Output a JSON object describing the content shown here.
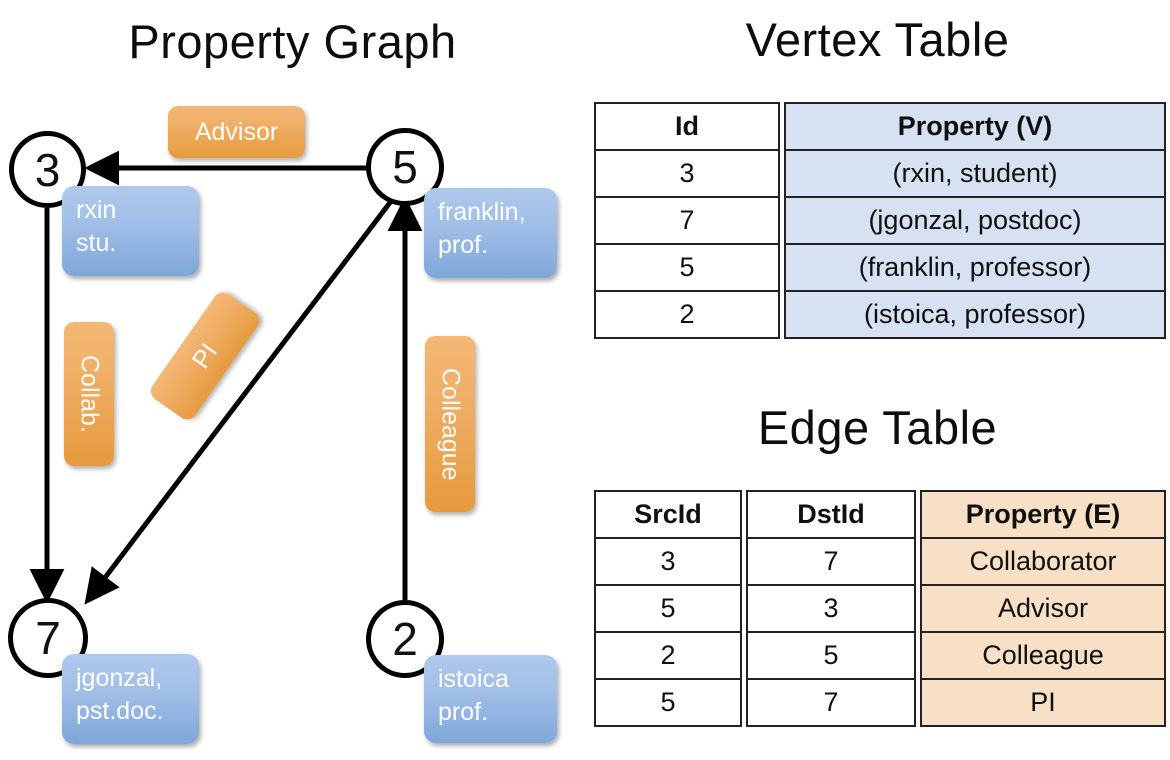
{
  "titles": {
    "property_graph": "Property Graph",
    "vertex_table": "Vertex Table",
    "edge_table": "Edge Table"
  },
  "graph": {
    "nodes": [
      {
        "id": "3",
        "property_lines": [
          "rxin",
          "stu."
        ]
      },
      {
        "id": "5",
        "property_lines": [
          "franklin,",
          "prof."
        ]
      },
      {
        "id": "7",
        "property_lines": [
          "jgonzal,",
          "pst.doc."
        ]
      },
      {
        "id": "2",
        "property_lines": [
          "istoica",
          "prof."
        ]
      }
    ],
    "edge_labels": [
      {
        "name": "advisor-label",
        "text": "Advisor"
      },
      {
        "name": "collab-label",
        "text": "Collab."
      },
      {
        "name": "pi-label",
        "text": "PI"
      },
      {
        "name": "colleague-label",
        "text": "Colleague"
      }
    ],
    "edges": [
      {
        "from": "5",
        "to": "3",
        "label": "Advisor"
      },
      {
        "from": "3",
        "to": "7",
        "label": "Collab."
      },
      {
        "from": "5",
        "to": "7",
        "label": "PI"
      },
      {
        "from": "2",
        "to": "5",
        "label": "Colleague"
      }
    ]
  },
  "vertex_table": {
    "headers": [
      "Id",
      "Property (V)"
    ],
    "rows": [
      {
        "id": "3",
        "property": "(rxin, student)"
      },
      {
        "id": "7",
        "property": "(jgonzal, postdoc)"
      },
      {
        "id": "5",
        "property": "(franklin, professor)"
      },
      {
        "id": "2",
        "property": "(istoica, professor)"
      }
    ]
  },
  "edge_table": {
    "headers": [
      "SrcId",
      "DstId",
      "Property (E)"
    ],
    "rows": [
      {
        "src": "3",
        "dst": "7",
        "property": "Collaborator"
      },
      {
        "src": "5",
        "dst": "3",
        "property": "Advisor"
      },
      {
        "src": "2",
        "dst": "5",
        "property": "Colleague"
      },
      {
        "src": "5",
        "dst": "7",
        "property": "PI"
      }
    ]
  },
  "colors": {
    "vertex_box": "#a2bfe8",
    "edge_box": "#eeac61",
    "vertex_table_column": "#d6e1f2",
    "edge_table_column": "#f7e0c6",
    "stroke": "#000000",
    "background": "#ffffff"
  }
}
